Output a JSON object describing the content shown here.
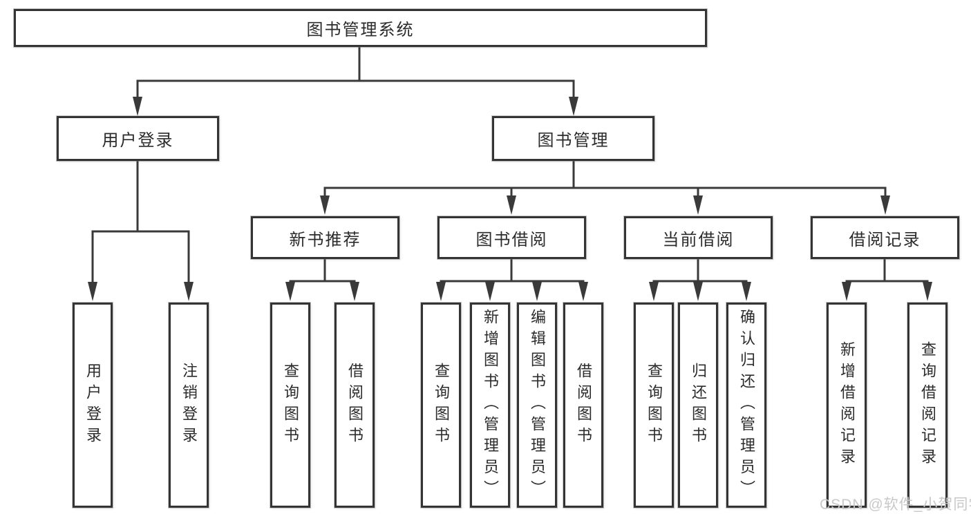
{
  "diagram": {
    "type": "hierarchy-tree",
    "title": "图书管理系统",
    "watermark": "CSDN @软件_小贺同学",
    "colors": {
      "line": "#3a3a3a",
      "border": "#343434",
      "text": "#2b2b2b",
      "background": "#ffffff",
      "watermark": "#c8c8c8"
    },
    "nodes": {
      "root": {
        "label": "图书管理系统"
      },
      "user-login": {
        "label": "用户登录"
      },
      "book-mgmt": {
        "label": "图书管理"
      },
      "new-book-rec": {
        "label": "新书推荐"
      },
      "book-borrow": {
        "label": "图书借阅"
      },
      "current-borrow": {
        "label": "当前借阅"
      },
      "borrow-records": {
        "label": "借阅记录"
      },
      "leaf-user-login": {
        "label": "用户登录"
      },
      "leaf-logout": {
        "label": "注销登录"
      },
      "leaf-nbr-query-book": {
        "label": "查询图书"
      },
      "leaf-nbr-borrow-book": {
        "label": "借阅图书"
      },
      "leaf-bb-query-book": {
        "label": "查询图书"
      },
      "leaf-bb-add-book": {
        "label": "新增图书（管理员）"
      },
      "leaf-bb-edit-book": {
        "label": "编辑图书（管理员）"
      },
      "leaf-bb-borrow-book": {
        "label": "借阅图书"
      },
      "leaf-cb-query-book": {
        "label": "查询图书"
      },
      "leaf-cb-return-book": {
        "label": "归还图书"
      },
      "leaf-cb-confirm-return": {
        "label": "确认归还（管理员）"
      },
      "leaf-br-add-record": {
        "label": "新增借阅记录"
      },
      "leaf-br-query-record": {
        "label": "查询借阅记录"
      }
    },
    "edges": [
      {
        "from": "root",
        "to": [
          "user-login",
          "book-mgmt"
        ]
      },
      {
        "from": "user-login",
        "to": [
          "leaf-user-login",
          "leaf-logout"
        ]
      },
      {
        "from": "book-mgmt",
        "to": [
          "new-book-rec",
          "book-borrow",
          "current-borrow",
          "borrow-records"
        ]
      },
      {
        "from": "new-book-rec",
        "to": [
          "leaf-nbr-query-book",
          "leaf-nbr-borrow-book"
        ]
      },
      {
        "from": "book-borrow",
        "to": [
          "leaf-bb-query-book",
          "leaf-bb-add-book",
          "leaf-bb-edit-book",
          "leaf-bb-borrow-book"
        ]
      },
      {
        "from": "current-borrow",
        "to": [
          "leaf-cb-query-book",
          "leaf-cb-return-book",
          "leaf-cb-confirm-return"
        ]
      },
      {
        "from": "borrow-records",
        "to": [
          "leaf-br-add-record",
          "leaf-br-query-record"
        ]
      }
    ]
  }
}
